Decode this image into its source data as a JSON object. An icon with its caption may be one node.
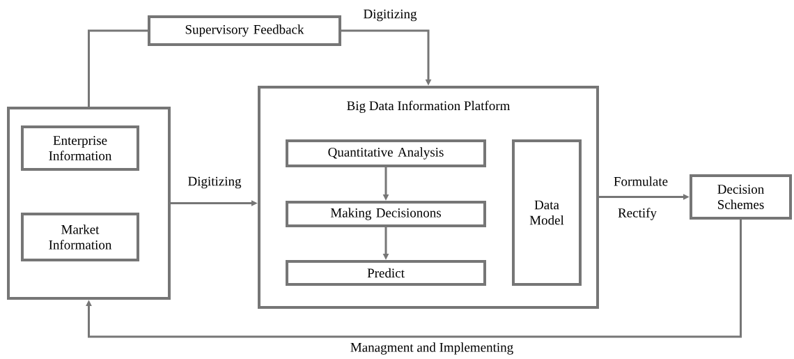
{
  "diagram": {
    "nodes": [
      {
        "text": [
          "Supervisory Feedback"
        ]
      },
      {
        "text": [],
        "shape": "box"
      },
      {
        "text": [
          "Enterprise Information"
        ],
        "in": 1
      },
      {
        "text": [
          "Market Information"
        ],
        "in": 1
      },
      {
        "text": [
          "Big Data Information Platform"
        ]
      },
      {
        "text": [
          "Quantitative Analysis"
        ],
        "in": 4
      },
      {
        "text": [
          "Making Decisionons"
        ],
        "in": 4
      },
      {
        "text": [
          "Predict"
        ],
        "in": 4
      },
      {
        "text": [
          "Data Model"
        ],
        "in": 4
      },
      {
        "text": [
          "Decision Schemes"
        ]
      }
    ],
    "edges": [
      {
        "from": 1,
        "to": 0,
        "arrow": "none"
      },
      {
        "from": 0,
        "to": 4,
        "arrow": "to",
        "label": "Digitizing"
      },
      {
        "from": 1,
        "to": 4,
        "arrow": "to",
        "label": "Digitizing"
      },
      {
        "from": 5,
        "to": 6,
        "arrow": "to"
      },
      {
        "from": 6,
        "to": 7,
        "arrow": "to"
      },
      {
        "from": 4,
        "to": 9,
        "arrow": "to",
        "label": "Formulate"
      },
      {
        "from": 9,
        "to": 1,
        "arrow": "to",
        "label": "Managment and Implementing"
      }
    ],
    "labels": [
      "Rectify"
    ]
  }
}
